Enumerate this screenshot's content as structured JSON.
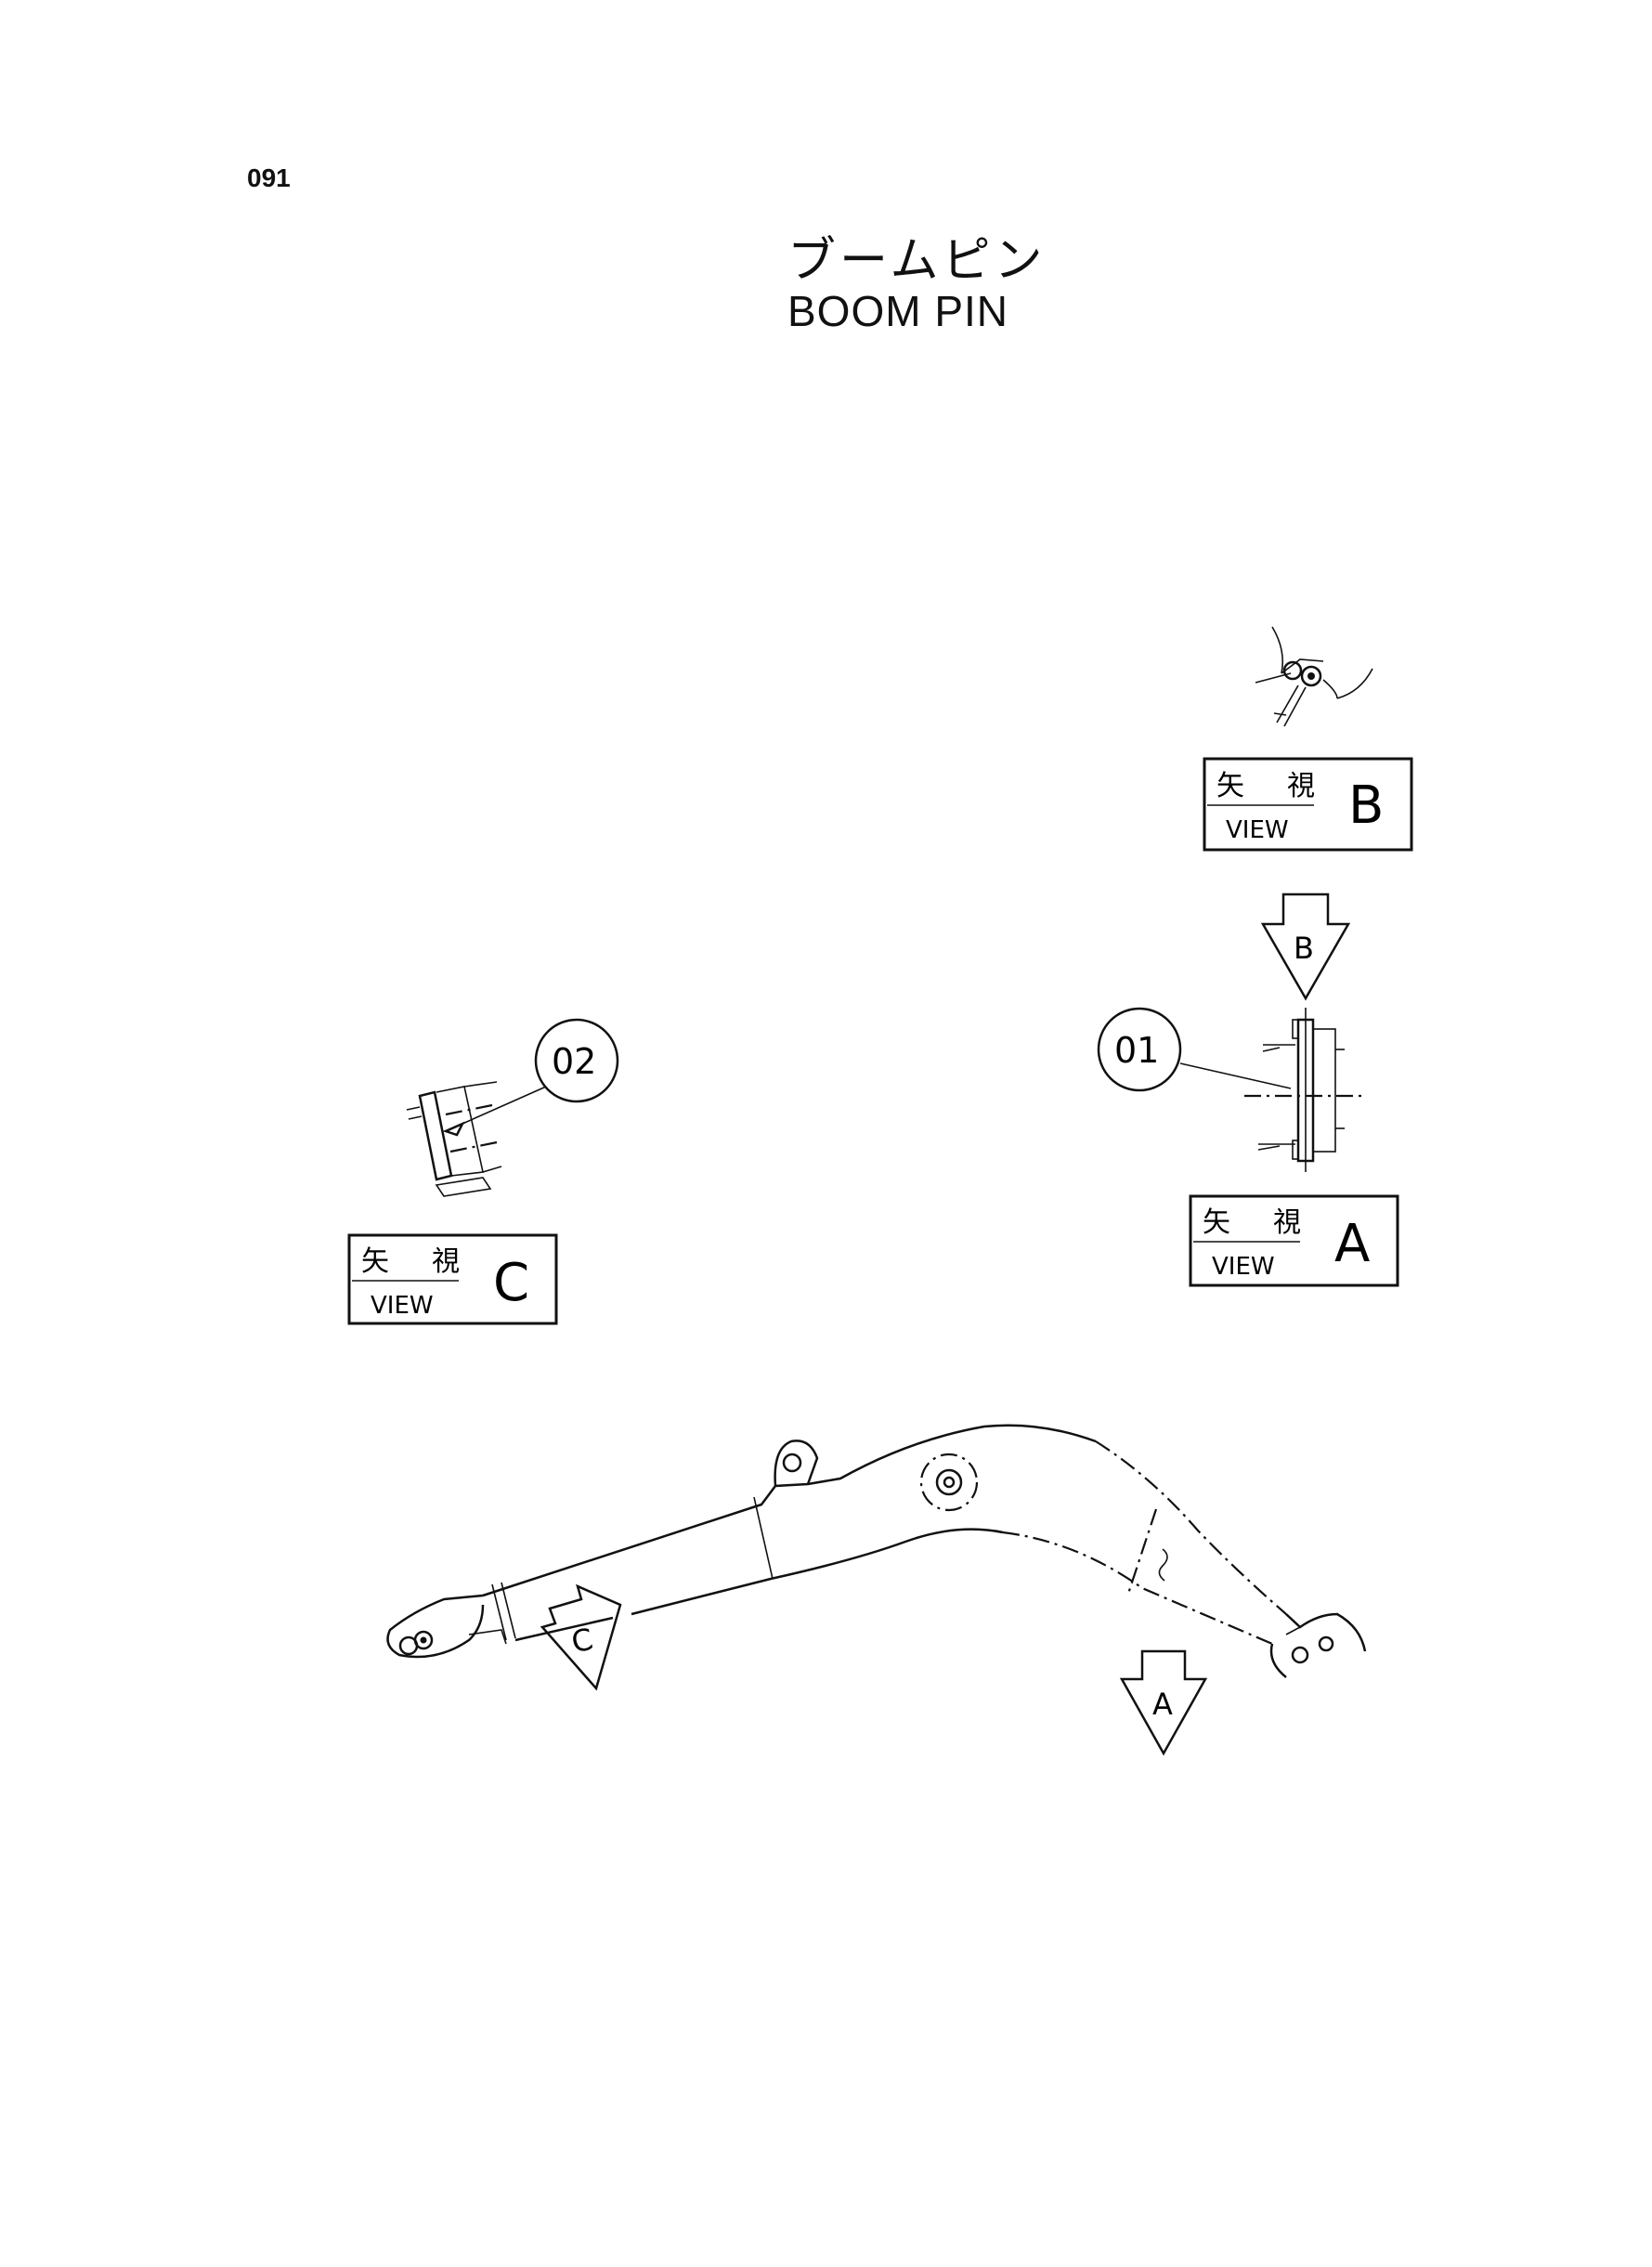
{
  "header": {
    "page_number": "091",
    "title_jp": "ブームピン",
    "title_en": "BOOM PIN"
  },
  "views": {
    "b": {
      "kanji_1": "矢",
      "kanji_2": "視",
      "word": "VIEW",
      "letter": "B"
    },
    "a": {
      "kanji_1": "矢",
      "kanji_2": "視",
      "word": "VIEW",
      "letter": "A"
    },
    "c": {
      "kanji_1": "矢",
      "kanji_2": "視",
      "word": "VIEW",
      "letter": "C"
    }
  },
  "arrows": {
    "b": "B",
    "c": "C",
    "a": "A"
  },
  "callouts": {
    "part_01": "01",
    "part_02": "02"
  }
}
